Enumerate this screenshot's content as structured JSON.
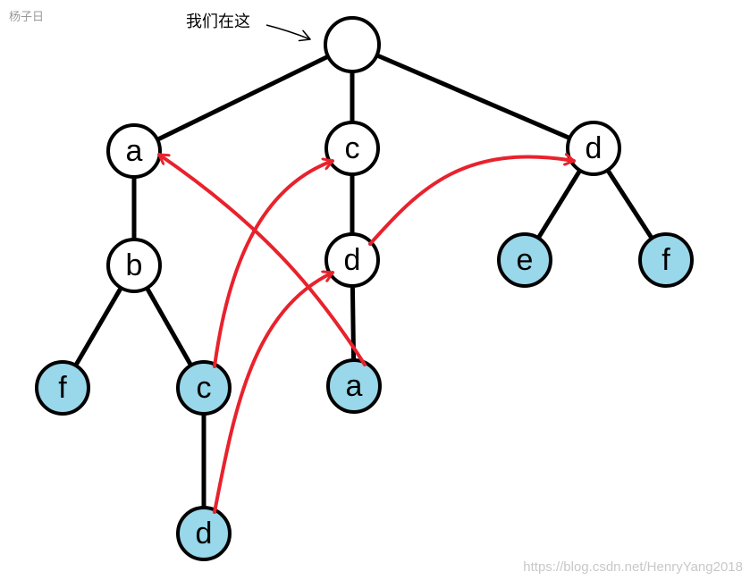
{
  "corner_label": "杨子日",
  "watermark": "https://blog.csdn.net/HenryYang2018",
  "callout": "我们在这",
  "colors": {
    "edge": "#000000",
    "link": "#e8222c",
    "node_fill": "#ffffff",
    "leaf_fill": "#99d7ea",
    "node_stroke": "#000000"
  },
  "nodes": [
    {
      "id": "root",
      "label": "",
      "leaf": false
    },
    {
      "id": "a1",
      "label": "a",
      "leaf": false
    },
    {
      "id": "c1",
      "label": "c",
      "leaf": false
    },
    {
      "id": "d1",
      "label": "d",
      "leaf": false
    },
    {
      "id": "b1",
      "label": "b",
      "leaf": false
    },
    {
      "id": "d2",
      "label": "d",
      "leaf": false
    },
    {
      "id": "e1",
      "label": "e",
      "leaf": true
    },
    {
      "id": "f2",
      "label": "f",
      "leaf": true
    },
    {
      "id": "f1",
      "label": "f",
      "leaf": true
    },
    {
      "id": "c2",
      "label": "c",
      "leaf": true
    },
    {
      "id": "a2",
      "label": "a",
      "leaf": true
    },
    {
      "id": "d3",
      "label": "d",
      "leaf": true
    }
  ],
  "edges": [
    [
      "root",
      "a1"
    ],
    [
      "root",
      "c1"
    ],
    [
      "root",
      "d1"
    ],
    [
      "a1",
      "b1"
    ],
    [
      "b1",
      "f1"
    ],
    [
      "b1",
      "c2"
    ],
    [
      "c2",
      "d3"
    ],
    [
      "c1",
      "d2"
    ],
    [
      "d2",
      "a2"
    ],
    [
      "d1",
      "e1"
    ],
    [
      "d1",
      "f2"
    ]
  ],
  "links": [
    {
      "from": "c2",
      "to": "c1"
    },
    {
      "from": "d3",
      "to": "d2"
    },
    {
      "from": "a2",
      "to": "a1"
    },
    {
      "from": "d2",
      "to": "d1"
    }
  ]
}
